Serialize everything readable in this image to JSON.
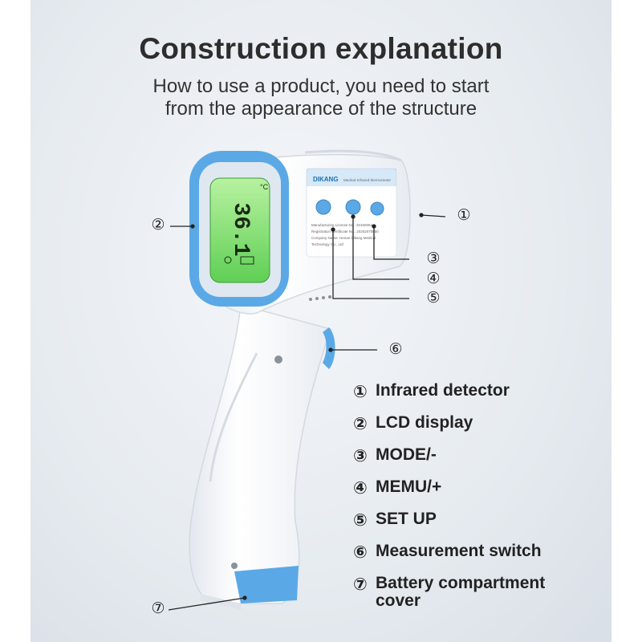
{
  "header": {
    "title": "Construction explanation",
    "subtitle_line1": "How to use a product, you need to start",
    "subtitle_line2": "from the appearance of the structure"
  },
  "device": {
    "brand": "DIKANG",
    "product_line": "Medical Infrared thermometer",
    "reading": "36.1",
    "unit": "°C",
    "label_line1": "Manufacturing License No.: 20160054",
    "label_line2": "Registration Certificate No.: 20202070850",
    "label_line3": "Company Name: Henan Dikang Medical",
    "label_line4": "Technology Co., Ltd"
  },
  "callouts": [
    "①",
    "②",
    "③",
    "④",
    "⑤",
    "⑥",
    "⑦"
  ],
  "legend": [
    {
      "num": "①",
      "label": "Infrared detector"
    },
    {
      "num": "②",
      "label": "LCD display"
    },
    {
      "num": "③",
      "label": "MODE/-"
    },
    {
      "num": "④",
      "label": "MEMU/+"
    },
    {
      "num": "⑤",
      "label": "SET UP"
    },
    {
      "num": "⑥",
      "label": "Measurement switch"
    },
    {
      "num": "⑦",
      "label": "Battery compartment",
      "label2": "cover"
    }
  ],
  "colors": {
    "accent_blue": "#5aa9e6",
    "lcd_green": "#7fe36b",
    "body_white": "#f8f9fb",
    "title_text": "#2d2d2d"
  }
}
